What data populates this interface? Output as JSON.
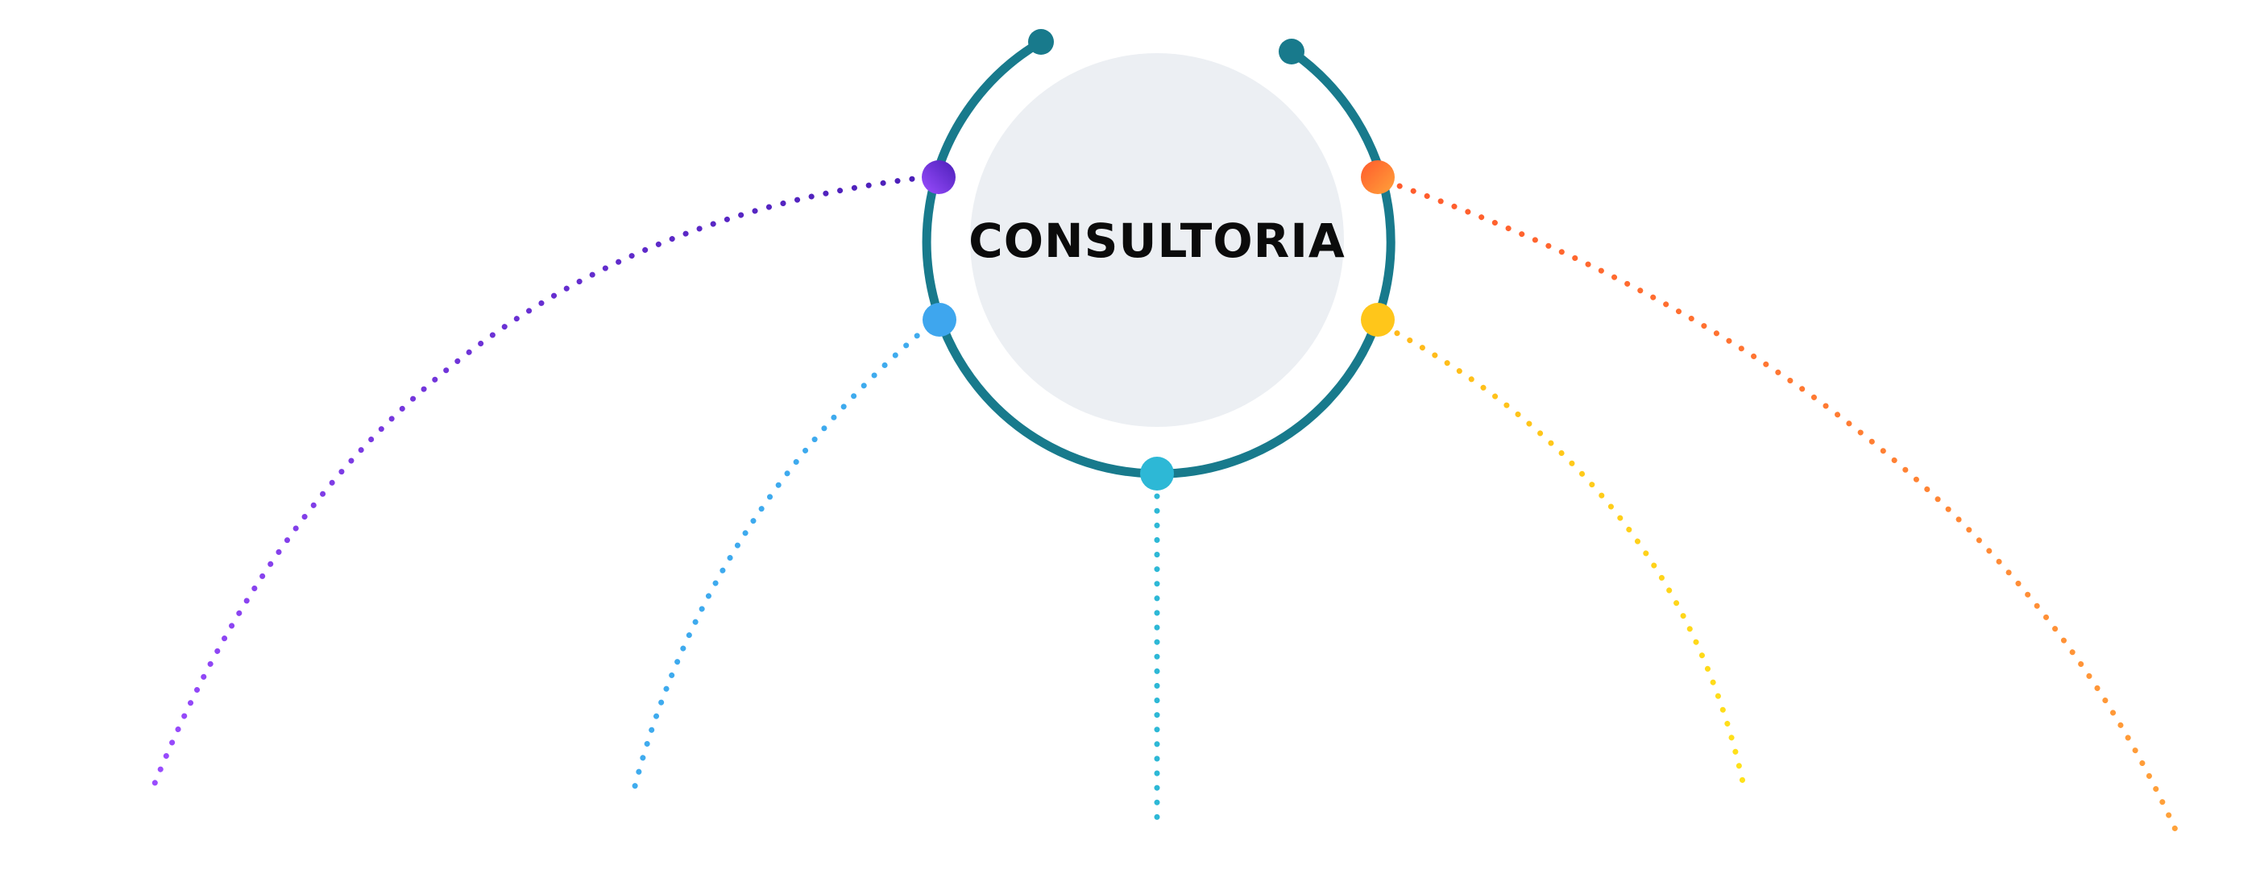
{
  "diagram": {
    "center_label": "CONSULTORIA",
    "colors": {
      "ring": "#187a8c",
      "center_fill": "#eceff3",
      "purple": "#7a3fe0",
      "blue": "#3ea6ee",
      "cyan": "#2db8d6",
      "yellow": "#ffc61a",
      "orange": "#ff6f3a"
    },
    "branches": [
      {
        "id": "purple-branch",
        "color_key": "purple"
      },
      {
        "id": "blue-branch",
        "color_key": "blue"
      },
      {
        "id": "cyan-branch",
        "color_key": "cyan"
      },
      {
        "id": "yellow-branch",
        "color_key": "yellow"
      },
      {
        "id": "orange-branch",
        "color_key": "orange"
      }
    ]
  }
}
